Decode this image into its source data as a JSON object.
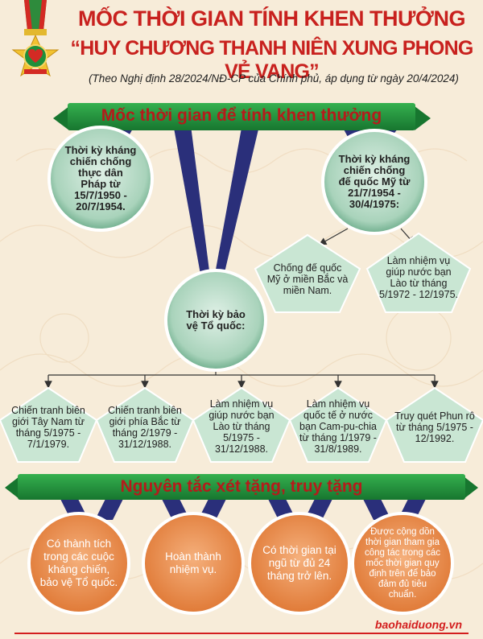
{
  "header": {
    "title_line1": "MỐC THỜI GIAN TÍNH KHEN THƯỞNG",
    "title_line2": "“HUY CHƯƠNG THANH NIÊN XUNG PHONG VẺ VANG”",
    "subtitle": "(Theo Nghị định 28/2024/NĐ-CP của Chính phủ, áp dụng từ ngày 20/4/2024)"
  },
  "section1": {
    "banner": "Mốc thời gian để tính khen thưởng",
    "resistance_french": "Thời kỳ kháng chiến chống thực dân Pháp từ 15/7/1950 - 20/7/1954.",
    "resistance_us": "Thời kỳ kháng chiến chống đế quốc Mỹ từ 21/7/1954 - 30/4/1975:",
    "us_north_south": "Chống đế quốc Mỹ ở miền Bắc và miền Nam.",
    "us_laos": "Làm nhiệm vụ giúp nước bạn Lào từ tháng 5/1972 - 12/1975.",
    "defense": "Thời kỳ bảo vệ Tổ quốc:",
    "defense_items": [
      "Chiến tranh biên giới Tây Nam từ tháng 5/1975 - 7/1/1979.",
      "Chiến tranh biên giới phía Bắc từ tháng 2/1979 - 31/12/1988.",
      "Làm nhiệm vụ giúp nước bạn Lào từ tháng 5/1975 - 31/12/1988.",
      "Làm nhiệm vụ quốc tế ở nước bạn Cam-pu-chia từ tháng 1/1979 - 31/8/1989.",
      "Truy quét Phun rô từ tháng 5/1975 - 12/1992."
    ]
  },
  "section2": {
    "banner": "Nguyên tắc xét tặng, truy tặng",
    "principles": [
      "Có thành tích trong các cuộc kháng chiến, bảo vệ Tổ quốc.",
      "Hoàn thành nhiệm vụ.",
      "Có thời gian tại ngũ từ đủ 24 tháng trở lên.",
      "Được cộng dồn thời gian tham gia công tác trong các mốc thời gian quy định trên để bảo đảm đủ tiêu chuẩn."
    ]
  },
  "footer": {
    "source": "baohaiduong.vn"
  },
  "colors": {
    "title_red": "#c8211e",
    "banner_green": "#1f8f3a",
    "ribbon_navy": "#2a2f7a",
    "circle_fill": "#b9dcc8",
    "pentagon_fill": "#c9e6d3",
    "orange": "#e98b4e"
  }
}
